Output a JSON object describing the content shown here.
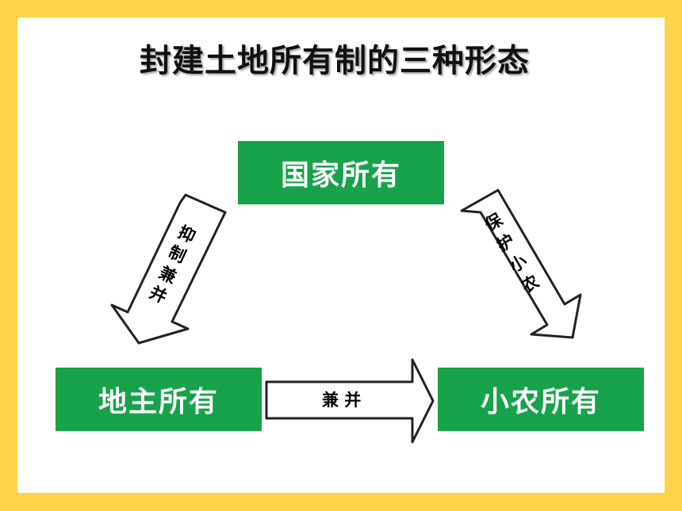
{
  "title": "封建土地所有制的三种形态",
  "nodes": {
    "top": "国家所有",
    "left": "地主所有",
    "right": "小农所有"
  },
  "arrows": {
    "left_label": [
      "抑",
      "制",
      "兼",
      "并"
    ],
    "right_label": [
      "保",
      "护",
      "小",
      "农"
    ],
    "bottom_label": "兼 并"
  },
  "colors": {
    "background": "#ffd24a",
    "box": "#16a349",
    "box_text": "#ffffff"
  }
}
